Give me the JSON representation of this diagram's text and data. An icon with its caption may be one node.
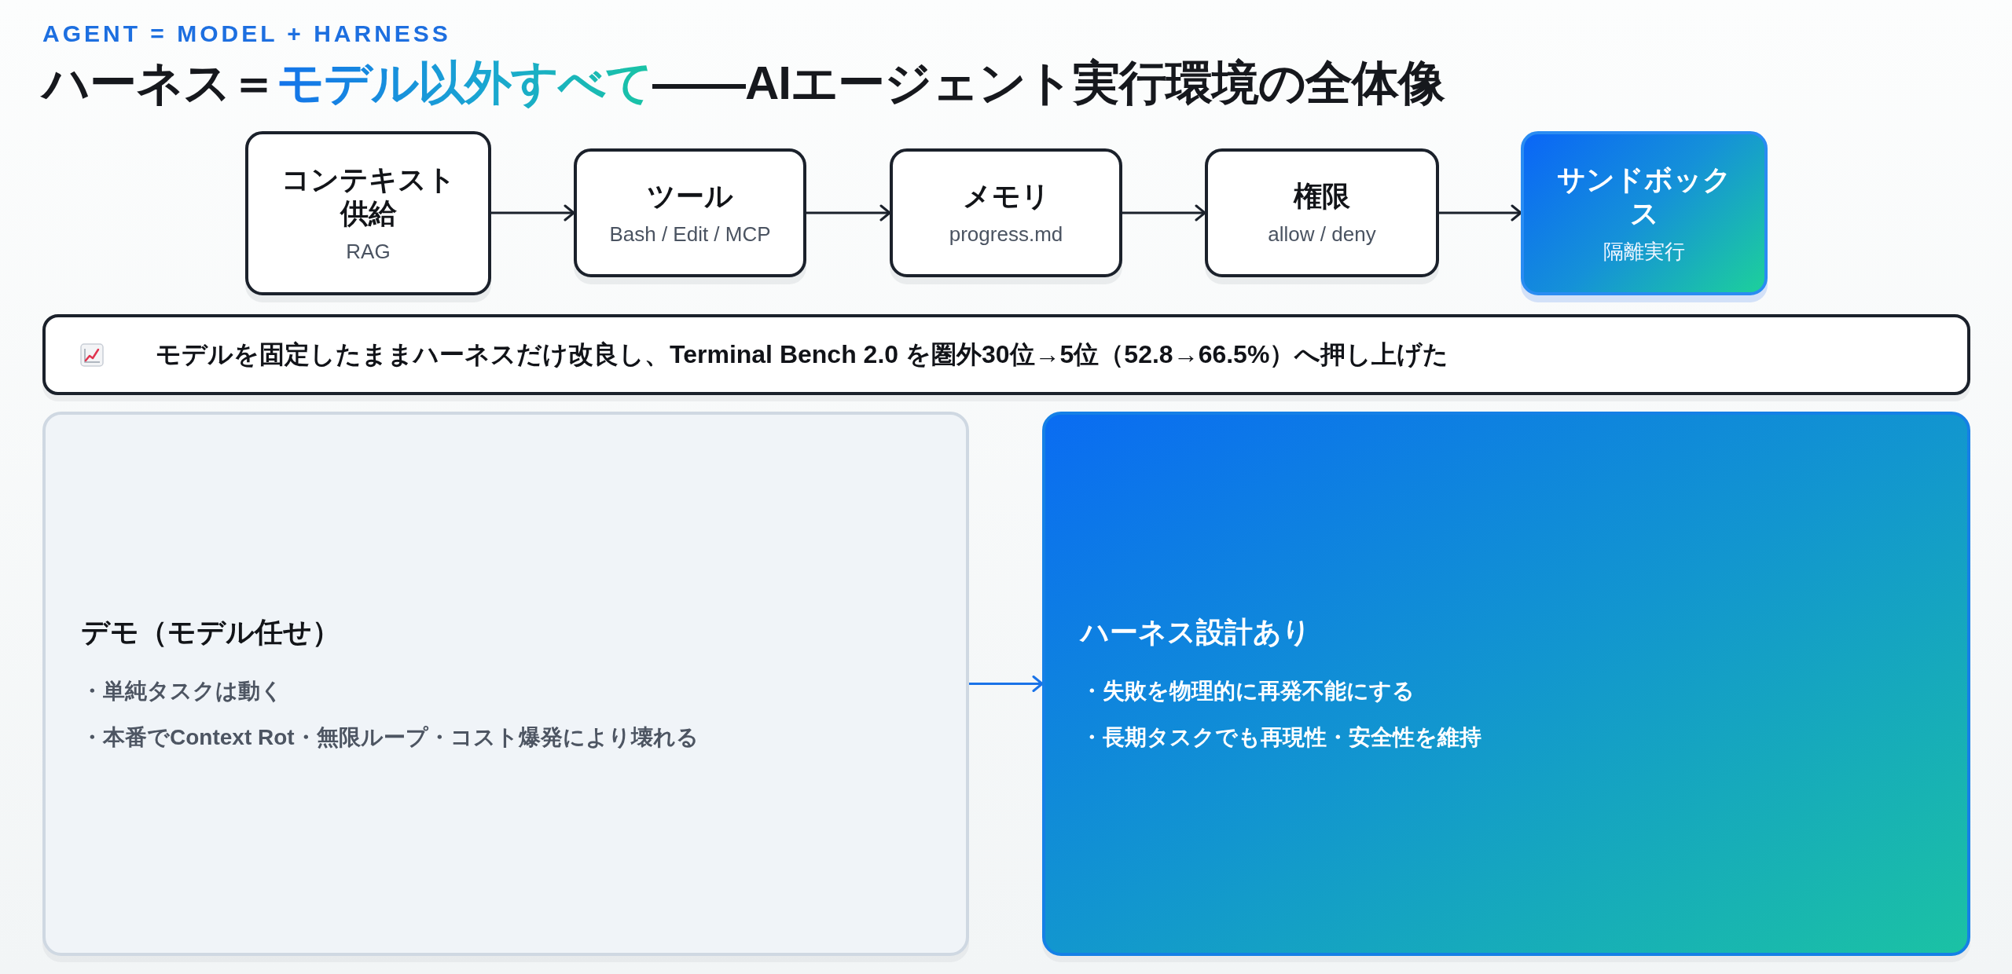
{
  "diagram": {
    "title": "ハーネス＝*モデル以外すべて*——AIエージェント実行環境の全体像",
    "nodes": [
      {
        "text": [
          "コンテキスト供給",
          "RAG"
        ]
      },
      {
        "text": [
          "ツール",
          "Bash / Edit / MCP"
        ]
      },
      {
        "text": [
          "メモリ",
          "progress.md"
        ]
      },
      {
        "text": [
          "権限",
          "allow / deny"
        ]
      },
      {
        "text": [
          "サンドボックス",
          "隔離実行"
        ]
      },
      {
        "text": [
          "モデルを固定したままハーネスだけ改良し、Terminal Bench 2.0 を圏外30位→5位（52.8→66.5%）へ押し上げた"
        ]
      },
      {
        "text": [
          "デモ（モデル任せ）",
          "・単純タスクは動く",
          "・本番でContext Rot・無限ループ・コスト爆発により壊れる"
        ]
      },
      {
        "text": [
          "ハーネス設計あり",
          "・失敗を物理的に再発不能にする",
          "・長期タスクでも再現性・安全性を維持"
        ]
      }
    ],
    "edges": [
      {
        "from": 0,
        "to": 1,
        "arrow": "to"
      },
      {
        "from": 1,
        "to": 2,
        "arrow": "to"
      },
      {
        "from": 2,
        "to": 3,
        "arrow": "to"
      },
      {
        "from": 3,
        "to": 4,
        "arrow": "to"
      },
      {
        "from": 6,
        "to": 7,
        "arrow": "to",
        "color": "#1a73e8"
      }
    ],
    "labels": [
      "AGENT = MODEL + HARNESS"
    ]
  }
}
